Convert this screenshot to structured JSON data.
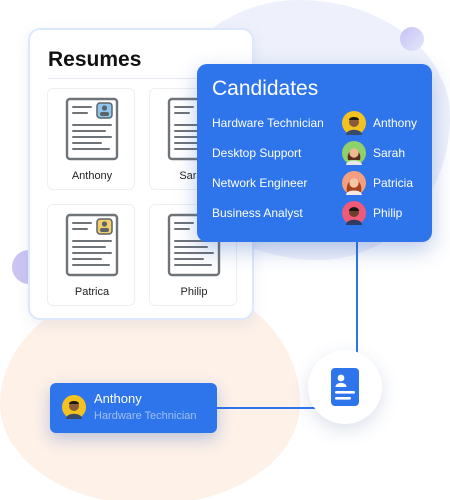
{
  "resumes": {
    "title": "Resumes",
    "items": [
      {
        "name": "Anthony",
        "badge": "#8dc6ee"
      },
      {
        "name": "Sarah",
        "badge": "#8dc6ee"
      },
      {
        "name": "Patrica",
        "badge": "#f2cd6b"
      },
      {
        "name": "Philip",
        "badge": "#8dc6ee"
      }
    ]
  },
  "candidates": {
    "title": "Candidates",
    "rows": [
      {
        "job": "Hardware Technician",
        "name": "Anthony",
        "avatar_bg": "#f2c320"
      },
      {
        "job": "Desktop Support",
        "name": "Sarah",
        "avatar_bg": "#8ed06a"
      },
      {
        "job": "Network Engineer",
        "name": "Patricia",
        "avatar_bg": "#f4a07e"
      },
      {
        "job": "Business Analyst",
        "name": "Philip",
        "avatar_bg": "#ee5a78"
      }
    ]
  },
  "selected": {
    "name": "Anthony",
    "job": "Hardware Technician",
    "avatar_bg": "#f2c320"
  },
  "colors": {
    "accent": "#2e75ec",
    "card_border": "#dce8fb"
  },
  "icons": {
    "resume": "resume-document-icon",
    "center": "resume-document-icon"
  }
}
